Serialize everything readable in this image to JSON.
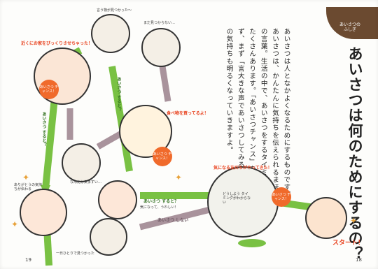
{
  "tab": {
    "line1": "あいさつの",
    "line2": "ふしぎ"
  },
  "title": "あいさつは何のためにするの？",
  "body": "あいさつは人となかよくなるためにするものです。あいさつは、かんたんに気持ちを伝えられるまほうの言葉。生活の中で、あいさつをするタイミングはたくさんあります。「あいさつチャンス」をのがさず、まず「言大きな声であいさつしてみると、自分の気持ちも明るくなっていきますよ。",
  "folio": {
    "left": "19",
    "right": "18"
  },
  "start_label": "スタート！",
  "arrows": {
    "a1": "あいさつ すると？",
    "a2": "あいさつ すると？",
    "a3": "あいさつ すると？",
    "a4": "あいさつ しない"
  },
  "badges": {
    "b1": "あいさつ チャンス！",
    "b2": "あいさつ チャンス！",
    "b3": "あいさつ チャンス！"
  },
  "headings": {
    "h1": "近くにお家をびっくりさせちゃった！",
    "h2": "気になる友だちがやってきた！",
    "h3": "食べ物を買ってるよ！"
  },
  "captions": {
    "c1": "言う物が見つかった〜",
    "c2": "まだ見つからない…",
    "c3": "気になって、うれしい！",
    "c4": "どうしよう タイミングがわからない",
    "c5": "なんだか気まずい…",
    "c6": "一日ひとりで見つかった",
    "c7": "ありがとうの気持ちが伝わる"
  }
}
